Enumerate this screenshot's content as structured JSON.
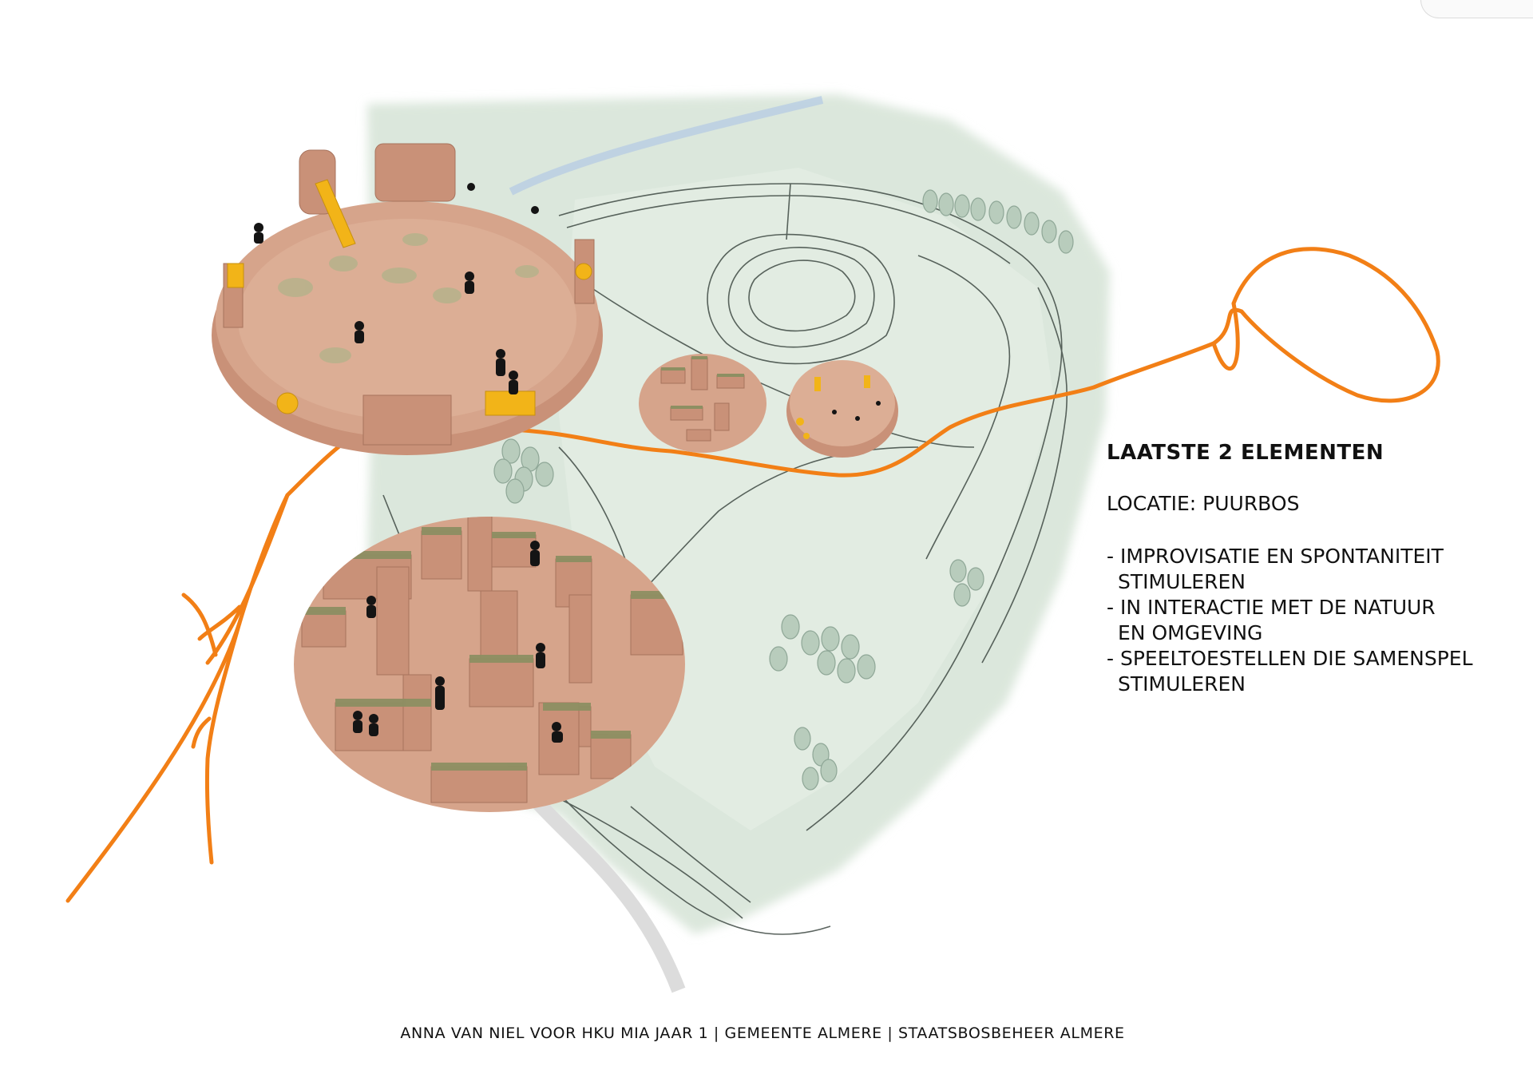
{
  "text_panel": {
    "heading": "LAATSTE 2 ELEMENTEN",
    "location": "LOCATIE: PUURBOS",
    "bullets": [
      "- IMPROVISATIE EN SPONTANITEIT\n STIMULEREN",
      "- IN INTERACTIE MET DE NATUUR\n  EN OMGEVING",
      "- SPEELTOESTELLEN DIE SAMENSPEL\n  STIMULEREN"
    ]
  },
  "credit": "ANNA VAN NIEL VOOR HKU MIA JAAR 1 | GEMEENTE ALMERE | STAATSBOSBEHEER ALMERE",
  "colors": {
    "park_green": "#dbe7dc",
    "park_green_dark": "#c9dccd",
    "path_line": "#3f4a44",
    "route_orange": "#f27f16",
    "playground_sand": "#d6a48b",
    "playground_wall": "#c99178",
    "wall_top": "#e3b9a2",
    "accent_yellow": "#f2b418",
    "figure_black": "#141414",
    "tree": "#b8ccbc",
    "water": "#b8cde3"
  },
  "map_features": {
    "park_area": "puurbos-park-area",
    "route": "orange-walking-route",
    "playgrounds": [
      "playground-round-enclosure",
      "playground-maze-enclosure",
      "small-maze-inset",
      "small-round-inset"
    ]
  }
}
